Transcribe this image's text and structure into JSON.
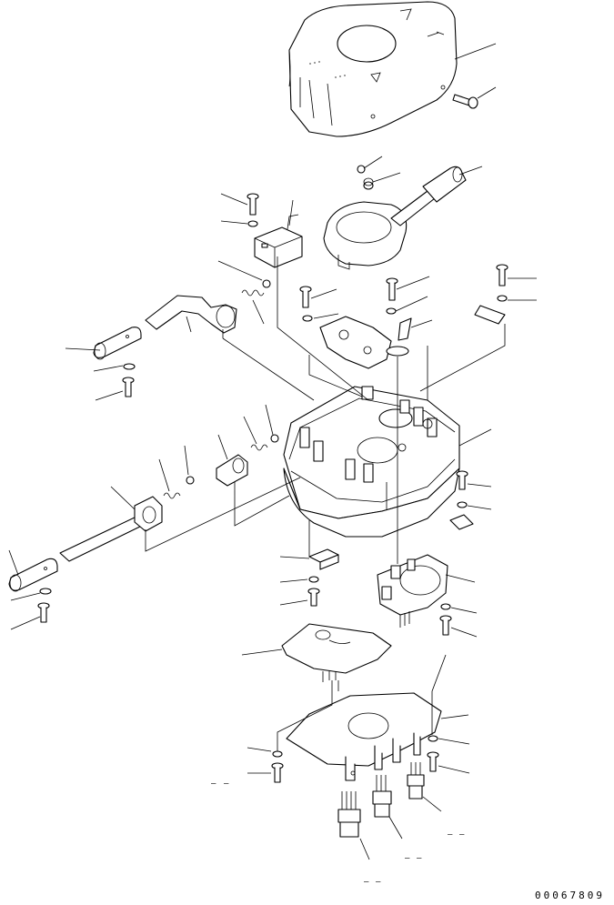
{
  "drawing": {
    "number": "00067809",
    "dash_marks": [
      "-",
      "-",
      "-",
      "-"
    ]
  },
  "parts": [
    {
      "id": "cover",
      "name": "cover-top"
    },
    {
      "id": "cover-screw"
    },
    {
      "id": "lever-switch"
    },
    {
      "id": "ball-small-1"
    },
    {
      "id": "spring-small-1"
    },
    {
      "id": "bracket-switch"
    },
    {
      "id": "bolt-a"
    },
    {
      "id": "washer-a"
    },
    {
      "id": "ball-2"
    },
    {
      "id": "spring-2"
    },
    {
      "id": "lever-upper"
    },
    {
      "id": "grip-upper"
    },
    {
      "id": "washer-b"
    },
    {
      "id": "bolt-b"
    },
    {
      "id": "plate-gasket"
    },
    {
      "id": "bolt-c"
    },
    {
      "id": "washer-c"
    },
    {
      "id": "bolt-d"
    },
    {
      "id": "washer-d"
    },
    {
      "id": "clip-e"
    },
    {
      "id": "bolt-f"
    },
    {
      "id": "washer-f"
    },
    {
      "id": "plate-f"
    },
    {
      "id": "housing"
    },
    {
      "id": "bolt-g"
    },
    {
      "id": "washer-g"
    },
    {
      "id": "nut-g"
    },
    {
      "id": "ball-3"
    },
    {
      "id": "spring-3"
    },
    {
      "id": "shifter"
    },
    {
      "id": "ball-4"
    },
    {
      "id": "spring-4"
    },
    {
      "id": "lever-lower"
    },
    {
      "id": "grip-lower"
    },
    {
      "id": "washer-h"
    },
    {
      "id": "bolt-h"
    },
    {
      "id": "block-i"
    },
    {
      "id": "washer-i"
    },
    {
      "id": "bolt-i"
    },
    {
      "id": "potentiometer"
    },
    {
      "id": "washer-j"
    },
    {
      "id": "bolt-j"
    },
    {
      "id": "insulator"
    },
    {
      "id": "base-plate"
    },
    {
      "id": "washer-k"
    },
    {
      "id": "bolt-k"
    },
    {
      "id": "washer-l"
    },
    {
      "id": "bolt-l"
    },
    {
      "id": "connector-1"
    },
    {
      "id": "connector-2"
    },
    {
      "id": "connector-3"
    }
  ]
}
